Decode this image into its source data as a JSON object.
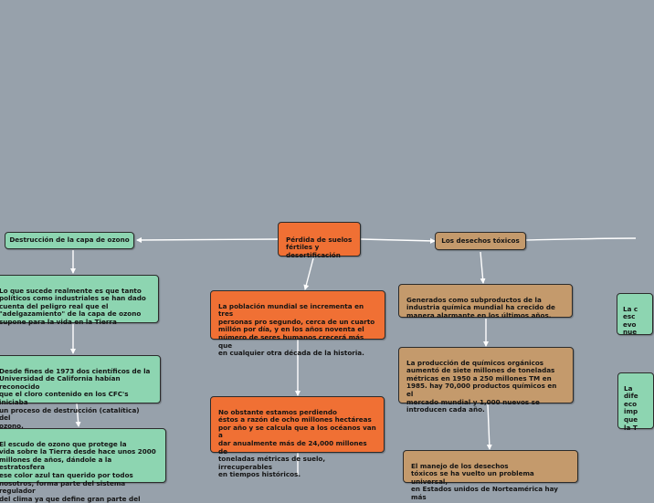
{
  "colors": {
    "background": "#97a1ab",
    "green_node": "#8dd5b1",
    "orange_node": "#f07034",
    "tan_node": "#c49a6c",
    "link": "#ffffff"
  },
  "center": {
    "text": "Pérdida de suelos\nfértiles y\ndesertificación"
  },
  "left": {
    "title": "Destrucción de la capa de ozono",
    "node1": "Lo que sucede realmente es que tanto\npolíticos como industriales se han dado\ncuenta del peligro real que el\n\"adelgazamiento\" de la capa de ozono\nsupone para la vida en la Tierra",
    "node2": "Desde fines de 1973 dos científicos de la\nUniversidad de California habían reconocido\nque el cloro contenido en los CFC's iniciaba\nun proceso de destrucción (catalítica) del\nozono.",
    "node3": "El escudo de ozono que protege la\nvida sobre la Tierra desde hace unos 2000\nmillones de años, dándole a la estratosfera\nese color azul tan querido por todos\nnosotros, forma parte del sistema regulador\ndel clima ya que define gran parte del"
  },
  "middle": {
    "node1": "La población mundial se incrementa en tres\npersonas pro segundo, cerca de un cuarto\nmillón por día, y en los años noventa el\nnúmero de seres humanos crecerá más que\nen cualquier otra década de la historia.",
    "node2": "No obstante estamos perdiendo\néstos a razón de ocho millones hectáreas\npor año y se calcula que a los océanos van a\ndar anualmente más de 24,000 millones de\ntoneladas métricas de suelo, irrecuperables\nen tiempos históricos."
  },
  "right": {
    "title": "Los desechos tóxicos",
    "node1": "Generados como subproductos de la\nindustria química mundial ha crecido de\nmanera alarmante en los últimos años.",
    "node2": "La producción de químicos orgánicos\naumentó de siete millones de toneladas\nmétricas en 1950 a 250 millones TM en\n1985. hay 70,000 productos químicos en el\nmercado mundial y 1,000 nuevos se\nintroducen cada año.",
    "node3": "El manejo de los desechos\ntóxicos se ha vuelto un problema universal,\nen Estados unidos de Norteamérica hay más"
  },
  "far_right": {
    "node1": "La c\nesc\nevo\nnue",
    "node2": "La\ndife\neco\nimp\nque\nla T"
  }
}
